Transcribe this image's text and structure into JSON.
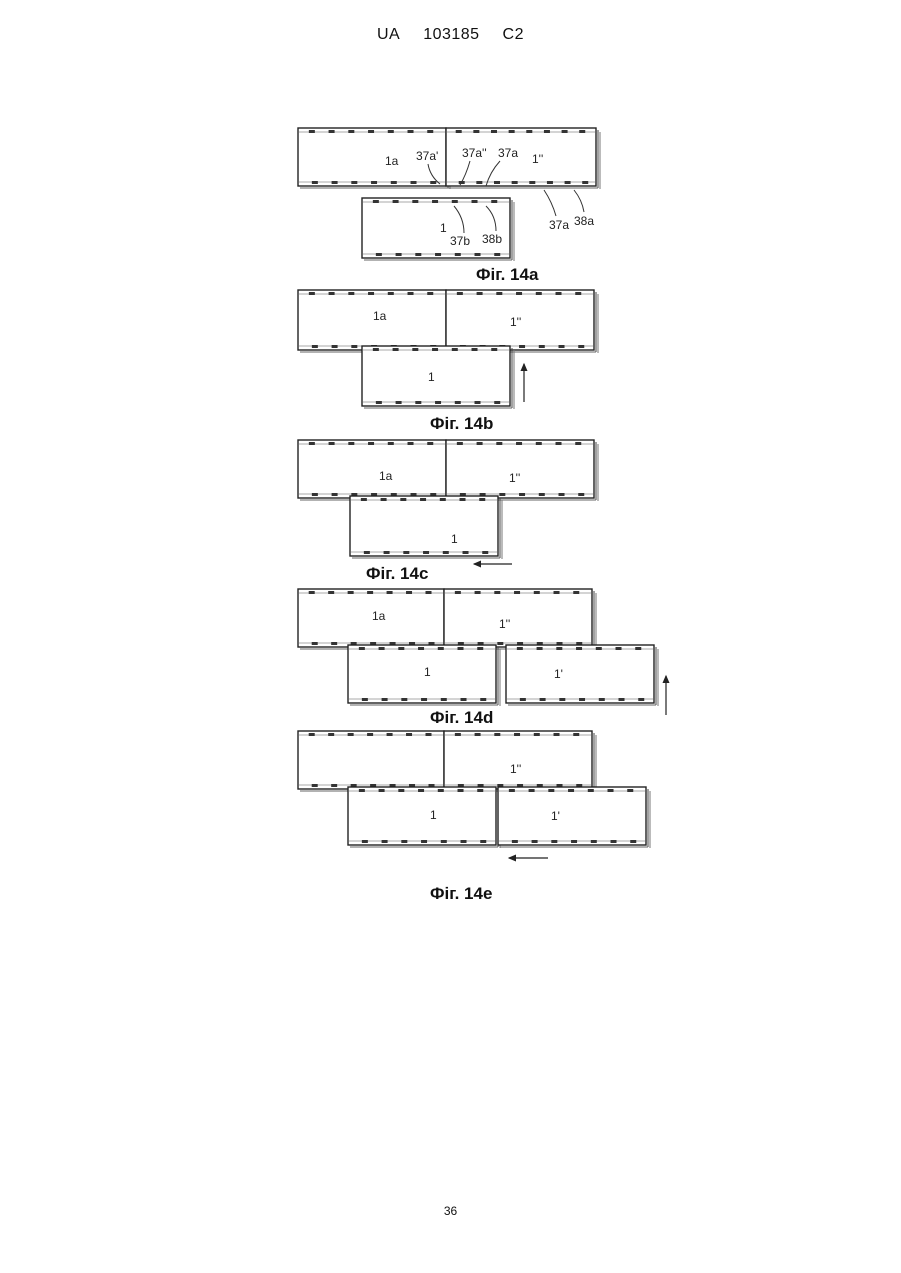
{
  "header": {
    "country": "UA",
    "number": "103185",
    "kind": "C2"
  },
  "page_number": "36",
  "figures": {
    "fig14a": {
      "caption": "Фіг. 14a",
      "labels": {
        "panel_left": "1a",
        "panel_right": "1''",
        "panel_bottom": "1"
      },
      "refs": {
        "r37a_prime": "37a'",
        "r37a_dprime": "37a''",
        "r37a_top": "37a",
        "r37a_bottom": "37a",
        "r38a": "38a",
        "r37b": "37b",
        "r38b": "38b"
      }
    },
    "fig14b": {
      "caption": "Фіг. 14b",
      "labels": {
        "panel_left": "1a",
        "panel_right": "1''",
        "panel_bottom": "1"
      }
    },
    "fig14c": {
      "caption": "Фіг. 14c",
      "labels": {
        "panel_left": "1a",
        "panel_right": "1''",
        "panel_bottom": "1"
      }
    },
    "fig14d": {
      "caption": "Фіг. 14d",
      "labels": {
        "panel_left": "1a",
        "panel_right": "1''",
        "panel_bottom_left": "1",
        "panel_bottom_right": "1'"
      }
    },
    "fig14e": {
      "caption": "Фіг. 14e",
      "labels": {
        "panel_right": "1''",
        "panel_bottom_left": "1",
        "panel_bottom_right": "1'"
      }
    }
  }
}
